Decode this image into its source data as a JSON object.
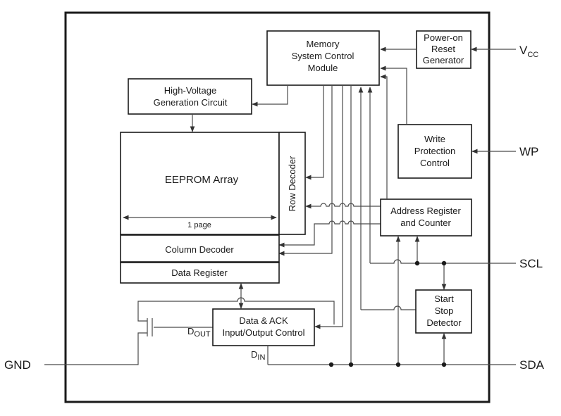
{
  "blocks": {
    "memory_ctrl": [
      "Memory",
      "System Control",
      "Module"
    ],
    "power_on_reset": [
      "Power-on",
      "Reset",
      "Generator"
    ],
    "high_voltage": [
      "High-Voltage",
      "Generation Circuit"
    ],
    "eeprom_array": "EEPROM Array",
    "page_label": "1 page",
    "row_decoder": "Row Decoder",
    "write_protection": [
      "Write",
      "Protection",
      "Control"
    ],
    "address_register": [
      "Address Register",
      "and Counter"
    ],
    "column_decoder": "Column Decoder",
    "data_register": "Data Register",
    "data_ack": [
      "Data & ACK",
      "Input/Output Control"
    ],
    "start_stop": [
      "Start",
      "Stop",
      "Detector"
    ]
  },
  "pins": {
    "vcc_main": "V",
    "vcc_sub": "CC",
    "wp": "WP",
    "scl": "SCL",
    "sda": "SDA",
    "gnd": "GND"
  },
  "signals": {
    "dout_main": "D",
    "dout_sub": "OUT",
    "din_main": "D",
    "din_sub": "IN"
  }
}
